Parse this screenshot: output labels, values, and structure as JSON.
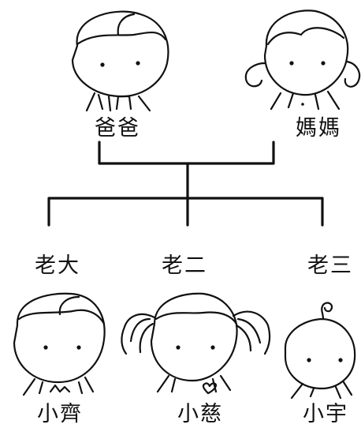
{
  "parents": {
    "father": {
      "label": "爸爸"
    },
    "mother": {
      "label": "媽媽"
    }
  },
  "children": [
    {
      "order": "老大",
      "name": "小齊"
    },
    {
      "order": "老二",
      "name": "小慈"
    },
    {
      "order": "老三",
      "name": "小宇"
    }
  ],
  "colors": {
    "ink": "#111111",
    "background": "#ffffff"
  }
}
